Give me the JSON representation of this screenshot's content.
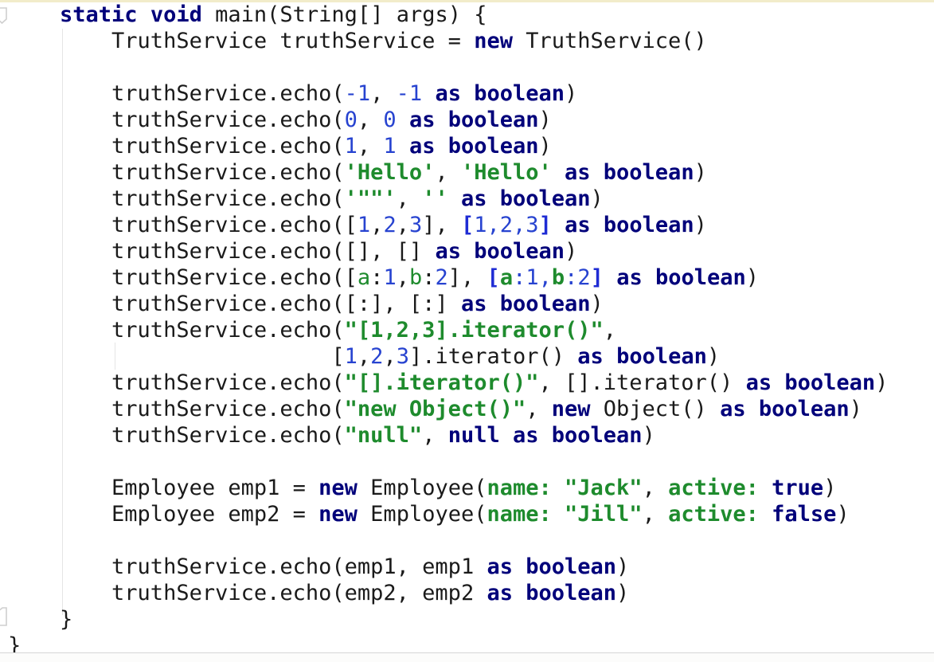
{
  "editor": {
    "language": "groovy",
    "background": "#ffffff",
    "top_strip_color": "#f2ecca",
    "bottom_divider_color": "#d6d6d6",
    "indent_guide_color": "#e5e5e5",
    "colors": {
      "plain": "#1a1a1a",
      "keyword": "#00007a",
      "number": "#2743d0",
      "number_bold": "#1f2cd4",
      "string": "#1e8b2d",
      "map_key": "#1e8b2d"
    },
    "lines": [
      {
        "tokens": [
          [
            "    ",
            "p"
          ],
          [
            "static",
            "k"
          ],
          [
            " ",
            "p"
          ],
          [
            "void",
            "k"
          ],
          [
            " main(String[] args) {",
            "p"
          ]
        ]
      },
      {
        "tokens": [
          [
            "        TruthService truthService = ",
            "p"
          ],
          [
            "new",
            "k"
          ],
          [
            " TruthService()",
            "p"
          ]
        ]
      },
      {
        "tokens": []
      },
      {
        "tokens": [
          [
            "        truthService.echo(",
            "p"
          ],
          [
            "-1",
            "n"
          ],
          [
            ", ",
            "p"
          ],
          [
            "-1",
            "n"
          ],
          [
            " ",
            "p"
          ],
          [
            "as boolean",
            "k"
          ],
          [
            ")",
            "p"
          ]
        ]
      },
      {
        "tokens": [
          [
            "        truthService.echo(",
            "p"
          ],
          [
            "0",
            "n"
          ],
          [
            ", ",
            "p"
          ],
          [
            "0",
            "n"
          ],
          [
            " ",
            "p"
          ],
          [
            "as boolean",
            "k"
          ],
          [
            ")",
            "p"
          ]
        ]
      },
      {
        "tokens": [
          [
            "        truthService.echo(",
            "p"
          ],
          [
            "1",
            "n"
          ],
          [
            ", ",
            "p"
          ],
          [
            "1",
            "n"
          ],
          [
            " ",
            "p"
          ],
          [
            "as boolean",
            "k"
          ],
          [
            ")",
            "p"
          ]
        ]
      },
      {
        "tokens": [
          [
            "        truthService.echo(",
            "p"
          ],
          [
            "'Hello'",
            "s"
          ],
          [
            ", ",
            "p"
          ],
          [
            "'Hello'",
            "s"
          ],
          [
            " ",
            "p"
          ],
          [
            "as boolean",
            "k"
          ],
          [
            ")",
            "p"
          ]
        ]
      },
      {
        "tokens": [
          [
            "        truthService.echo(",
            "p"
          ],
          [
            "'\"\"'",
            "s"
          ],
          [
            ", ",
            "p"
          ],
          [
            "''",
            "s"
          ],
          [
            " ",
            "p"
          ],
          [
            "as boolean",
            "k"
          ],
          [
            ")",
            "p"
          ]
        ]
      },
      {
        "tokens": [
          [
            "        truthService.echo([",
            "p"
          ],
          [
            "1",
            "n"
          ],
          [
            ",",
            "p"
          ],
          [
            "2",
            "n"
          ],
          [
            ",",
            "p"
          ],
          [
            "3",
            "n"
          ],
          [
            "], ",
            "p"
          ],
          [
            "[",
            "nb"
          ],
          [
            "1,2,3",
            "n"
          ],
          [
            "]",
            "nb"
          ],
          [
            " ",
            "p"
          ],
          [
            "as boolean",
            "k"
          ],
          [
            ")",
            "p"
          ]
        ]
      },
      {
        "tokens": [
          [
            "        truthService.echo([], [] ",
            "p"
          ],
          [
            "as boolean",
            "k"
          ],
          [
            ")",
            "p"
          ]
        ]
      },
      {
        "tokens": [
          [
            "        truthService.echo([",
            "p"
          ],
          [
            "a",
            "g"
          ],
          [
            ":",
            "p"
          ],
          [
            "1",
            "n"
          ],
          [
            ",",
            "p"
          ],
          [
            "b",
            "g"
          ],
          [
            ":",
            "p"
          ],
          [
            "2",
            "n"
          ],
          [
            "], ",
            "p"
          ],
          [
            "[",
            "nb"
          ],
          [
            "a",
            "s"
          ],
          [
            ":",
            "n"
          ],
          [
            "1",
            "n"
          ],
          [
            ",",
            "n"
          ],
          [
            "b",
            "s"
          ],
          [
            ":",
            "n"
          ],
          [
            "2",
            "n"
          ],
          [
            "]",
            "nb"
          ],
          [
            " ",
            "p"
          ],
          [
            "as boolean",
            "k"
          ],
          [
            ")",
            "p"
          ]
        ]
      },
      {
        "tokens": [
          [
            "        truthService.echo([:], [:] ",
            "p"
          ],
          [
            "as boolean",
            "k"
          ],
          [
            ")",
            "p"
          ]
        ]
      },
      {
        "tokens": [
          [
            "        truthService.echo(",
            "p"
          ],
          [
            "\"[1,2,3].iterator()\"",
            "s"
          ],
          [
            ",",
            "p"
          ]
        ]
      },
      {
        "tokens": [
          [
            "                         [",
            "p"
          ],
          [
            "1",
            "n"
          ],
          [
            ",",
            "p"
          ],
          [
            "2",
            "n"
          ],
          [
            ",",
            "p"
          ],
          [
            "3",
            "n"
          ],
          [
            "].iterator() ",
            "p"
          ],
          [
            "as boolean",
            "k"
          ],
          [
            ")",
            "p"
          ]
        ]
      },
      {
        "tokens": [
          [
            "        truthService.echo(",
            "p"
          ],
          [
            "\"[].iterator()\"",
            "s"
          ],
          [
            ", [].iterator() ",
            "p"
          ],
          [
            "as boolean",
            "k"
          ],
          [
            ")",
            "p"
          ]
        ]
      },
      {
        "tokens": [
          [
            "        truthService.echo(",
            "p"
          ],
          [
            "\"new Object()\"",
            "s"
          ],
          [
            ", ",
            "p"
          ],
          [
            "new",
            "k"
          ],
          [
            " Object() ",
            "p"
          ],
          [
            "as boolean",
            "k"
          ],
          [
            ")",
            "p"
          ]
        ]
      },
      {
        "tokens": [
          [
            "        truthService.echo(",
            "p"
          ],
          [
            "\"null\"",
            "s"
          ],
          [
            ", ",
            "p"
          ],
          [
            "null",
            "k"
          ],
          [
            " ",
            "p"
          ],
          [
            "as boolean",
            "k"
          ],
          [
            ")",
            "p"
          ]
        ]
      },
      {
        "tokens": []
      },
      {
        "tokens": [
          [
            "        Employee emp1 = ",
            "p"
          ],
          [
            "new",
            "k"
          ],
          [
            " Employee(",
            "p"
          ],
          [
            "name:",
            "s"
          ],
          [
            " ",
            "p"
          ],
          [
            "\"Jack\"",
            "s"
          ],
          [
            ", ",
            "p"
          ],
          [
            "active:",
            "s"
          ],
          [
            " ",
            "p"
          ],
          [
            "true",
            "k"
          ],
          [
            ")",
            "p"
          ]
        ]
      },
      {
        "tokens": [
          [
            "        Employee emp2 = ",
            "p"
          ],
          [
            "new",
            "k"
          ],
          [
            " Employee(",
            "p"
          ],
          [
            "name:",
            "s"
          ],
          [
            " ",
            "p"
          ],
          [
            "\"Jill\"",
            "s"
          ],
          [
            ", ",
            "p"
          ],
          [
            "active:",
            "s"
          ],
          [
            " ",
            "p"
          ],
          [
            "false",
            "k"
          ],
          [
            ")",
            "p"
          ]
        ]
      },
      {
        "tokens": []
      },
      {
        "tokens": [
          [
            "        truthService.echo(emp1, emp1 ",
            "p"
          ],
          [
            "as boolean",
            "k"
          ],
          [
            ")",
            "p"
          ]
        ]
      },
      {
        "tokens": [
          [
            "        truthService.echo(emp2, emp2 ",
            "p"
          ],
          [
            "as boolean",
            "k"
          ],
          [
            ")",
            "p"
          ]
        ]
      },
      {
        "tokens": [
          [
            "    }",
            "p"
          ]
        ]
      },
      {
        "tokens": [
          [
            "}",
            "p"
          ]
        ]
      }
    ]
  }
}
